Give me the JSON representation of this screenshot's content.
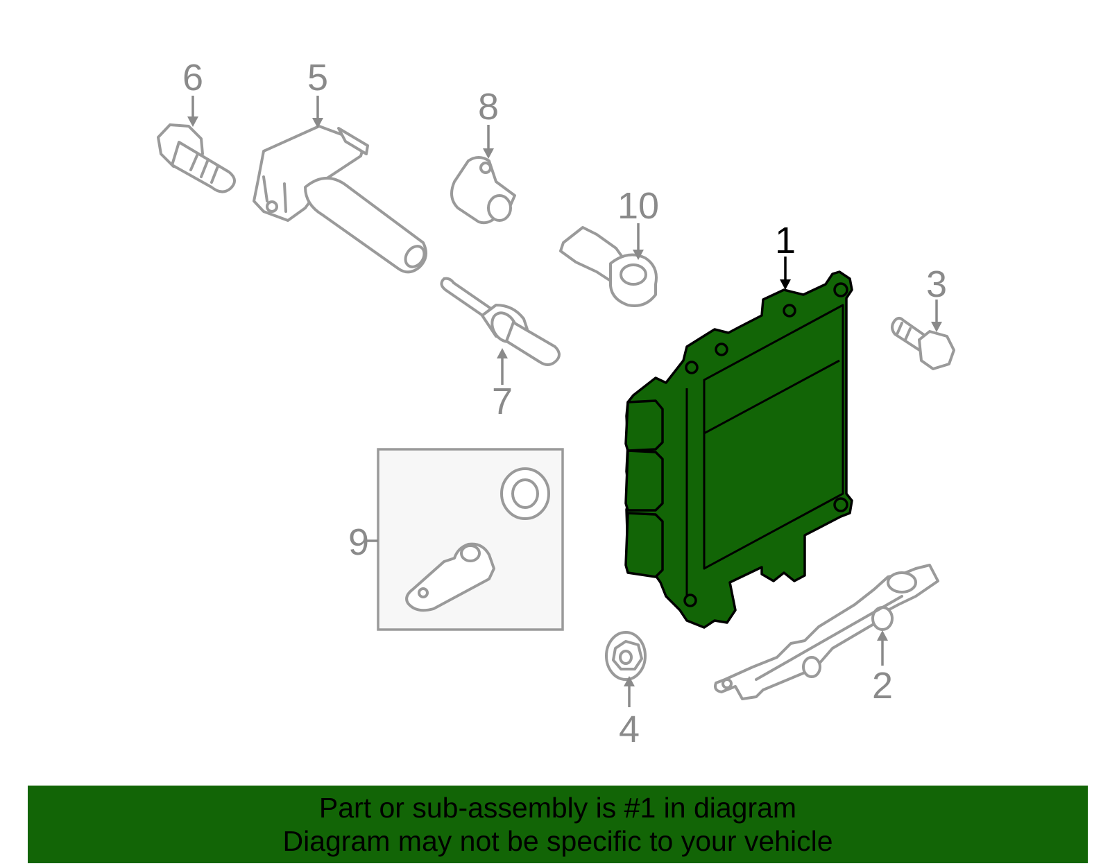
{
  "callouts": {
    "c1": "1",
    "c2": "2",
    "c3": "3",
    "c4": "4",
    "c5": "5",
    "c6": "6",
    "c7": "7",
    "c8": "8",
    "c9": "9",
    "c10": "10"
  },
  "highlight_color": "#126506",
  "banner": {
    "line1": "Part or sub-assembly is #1 in diagram",
    "line2": "Diagram may not be specific to your vehicle"
  }
}
